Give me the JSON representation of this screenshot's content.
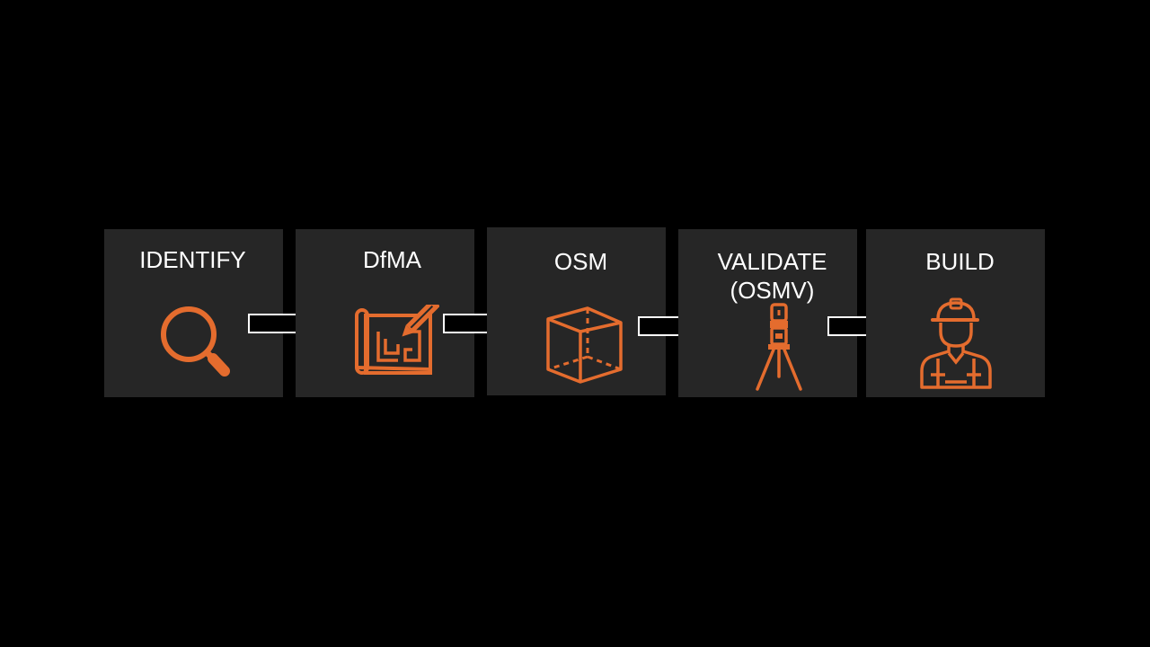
{
  "colors": {
    "background": "#000000",
    "box": "#262626",
    "text": "#ffffff",
    "icon": "#E46C2E",
    "arrow_stroke": "#ffffff"
  },
  "steps": [
    {
      "label": "IDENTIFY",
      "icon": "magnifier-icon"
    },
    {
      "label": "DfMA",
      "icon": "blueprint-pencil-icon"
    },
    {
      "label": "OSM",
      "icon": "cube-icon"
    },
    {
      "label": "VALIDATE\n(OSMV)",
      "icon": "survey-tripod-icon"
    },
    {
      "label": "BUILD",
      "icon": "construction-worker-icon"
    }
  ]
}
